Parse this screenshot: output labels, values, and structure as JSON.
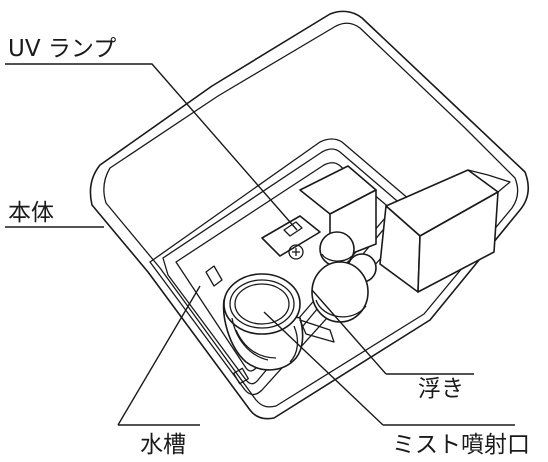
{
  "labels": {
    "uv_lamp": "UV ランプ",
    "body": "本体",
    "float": "浮き",
    "water_tank": "水槽",
    "mist_outlet": "ミスト噴射口"
  },
  "colors": {
    "line": "#1a1a1a",
    "background": "#ffffff"
  }
}
